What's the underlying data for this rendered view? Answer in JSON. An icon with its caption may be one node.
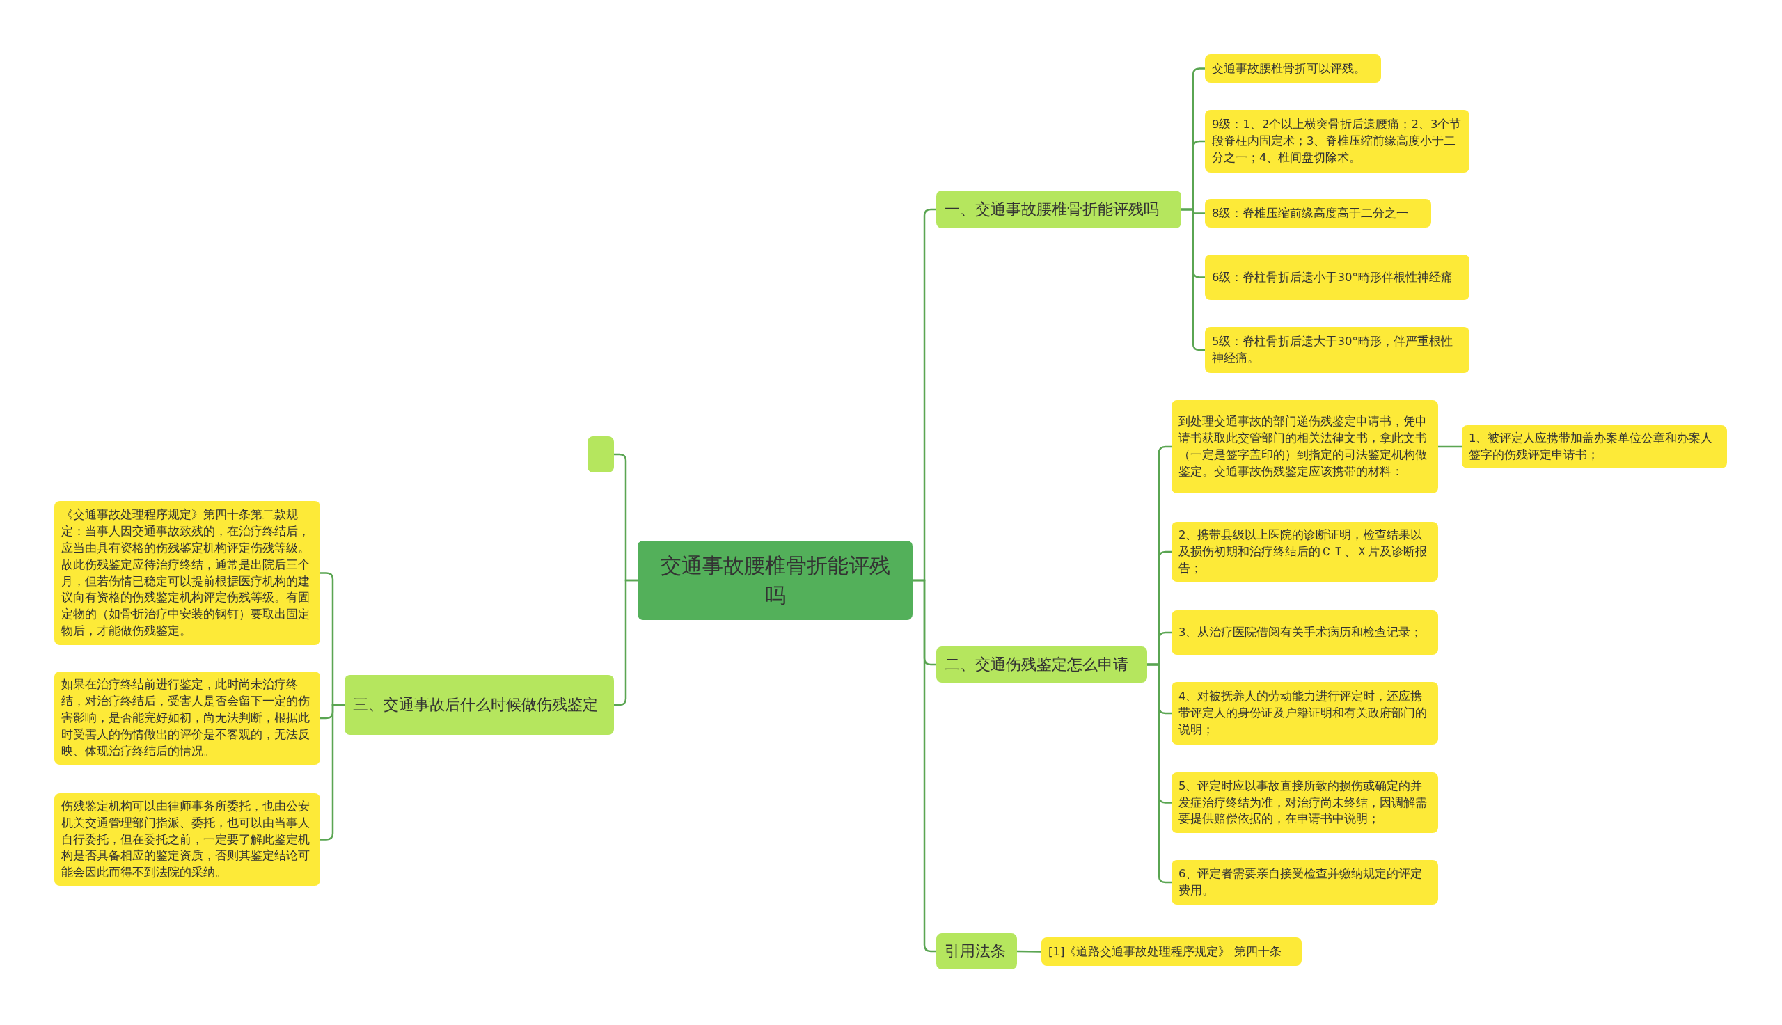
{
  "diagram": {
    "nodes": [
      {
        "text": [
          "交通事故腰椎骨折能评残吗"
        ]
      },
      {
        "text": [],
        "shape": "box"
      },
      {
        "text": [
          "三、交通事故后什么时候做伤残鉴定"
        ]
      },
      {
        "text": [
          "《交通事故处理程序规定》第四十条第二款规定：当事人因交通事故致残的，在治疗终结后，应当由具有资格的伤残鉴定机构评定伤残等级。故此伤残鉴定应待治疗终结，通常是出院后三个月，但若伤情已稳定可以提前根据医疗机构的建议向有资格的伤残鉴定机构评定伤残等级。有固定物的（如骨折治疗中安装的钢钉）要取出固定物后，才能做伤残鉴定。"
        ]
      },
      {
        "text": [
          "如果在治疗终结前进行鉴定，此时尚未治疗终结，对治疗终结后，受害人是否会留下一定的伤害影响，是否能完好如初，尚无法判断，根据此时受害人的伤情做出的评价是不客观的，无法反映、体现治疗终结后的情况。"
        ]
      },
      {
        "text": [
          "伤残鉴定机构可以由律师事务所委托，也由公安机关交通管理部门指派、委托，也可以由当事人自行委托，但在委托之前，一定要了解此鉴定机构是否具备相应的鉴定资质，否则其鉴定结论可能会因此而得不到法院的采纳。"
        ]
      },
      {
        "text": [
          "一、交通事故腰椎骨折能评残吗"
        ]
      },
      {
        "text": [
          "交通事故腰椎骨折可以评残。"
        ]
      },
      {
        "text": [
          "9级：1、2个以上横突骨折后遗腰痛；2、3个节段脊柱内固定术；3、脊椎压缩前缘高度小于二分之一；4、椎间盘切除术。"
        ]
      },
      {
        "text": [
          "8级：脊椎压缩前缘高度高于二分之一"
        ]
      },
      {
        "text": [
          "6级：脊柱骨折后遗小于30°畸形伴根性神经痛"
        ]
      },
      {
        "text": [
          "5级：脊柱骨折后遗大于30°畸形，伴严重根性神经痛。"
        ]
      },
      {
        "text": [
          "二、交通伤残鉴定怎么申请"
        ]
      },
      {
        "text": [
          "到处理交通事故的部门递伤残鉴定申请书，凭申请书获取此交管部门的相关法律文书，拿此文书（一定是签字盖印的）到指定的司法鉴定机构做鉴定。交通事故伤残鉴定应该携带的材料："
        ]
      },
      {
        "text": [
          "1、被评定人应携带加盖办案单位公章和办案人签字的伤残评定申请书；"
        ]
      },
      {
        "text": [
          "2、携带县级以上医院的诊断证明，检查结果以及损伤初期和治疗终结后的ＣＴ、Ｘ片及诊断报告；"
        ]
      },
      {
        "text": [
          "3、从治疗医院借阅有关手术病历和检查记录；"
        ]
      },
      {
        "text": [
          "4、对被抚养人的劳动能力进行评定时，还应携带评定人的身份证及户籍证明和有关政府部门的说明；"
        ]
      },
      {
        "text": [
          "5、评定时应以事故直接所致的损伤或确定的并发症治疗终结为准，对治疗尚未终结，因调解需要提供赔偿依据的，在申请书中说明；"
        ]
      },
      {
        "text": [
          "6、评定者需要亲自接受检查并缴纳规定的评定费用。"
        ]
      },
      {
        "text": [
          "引用法条"
        ]
      },
      {
        "text": [
          "[1]《道路交通事故处理程序规定》 第四十条"
        ]
      }
    ],
    "edges": [
      {
        "from": 0,
        "to": 1,
        "arrow": "none"
      },
      {
        "from": 0,
        "to": 2,
        "arrow": "none"
      },
      {
        "from": 2,
        "to": 3,
        "arrow": "none"
      },
      {
        "from": 2,
        "to": 4,
        "arrow": "none"
      },
      {
        "from": 2,
        "to": 5,
        "arrow": "none"
      },
      {
        "from": 0,
        "to": 6,
        "arrow": "none"
      },
      {
        "from": 6,
        "to": 7,
        "arrow": "none"
      },
      {
        "from": 6,
        "to": 8,
        "arrow": "none"
      },
      {
        "from": 6,
        "to": 9,
        "arrow": "none"
      },
      {
        "from": 6,
        "to": 10,
        "arrow": "none"
      },
      {
        "from": 6,
        "to": 11,
        "arrow": "none"
      },
      {
        "from": 0,
        "to": 12,
        "arrow": "none"
      },
      {
        "from": 12,
        "to": 13,
        "arrow": "none"
      },
      {
        "from": 13,
        "to": 14,
        "arrow": "none"
      },
      {
        "from": 12,
        "to": 15,
        "arrow": "none"
      },
      {
        "from": 12,
        "to": 16,
        "arrow": "none"
      },
      {
        "from": 12,
        "to": 17,
        "arrow": "none"
      },
      {
        "from": 12,
        "to": 18,
        "arrow": "none"
      },
      {
        "from": 12,
        "to": 19,
        "arrow": "none"
      },
      {
        "from": 0,
        "to": 20,
        "arrow": "none"
      },
      {
        "from": 20,
        "to": 21,
        "arrow": "none"
      }
    ]
  }
}
